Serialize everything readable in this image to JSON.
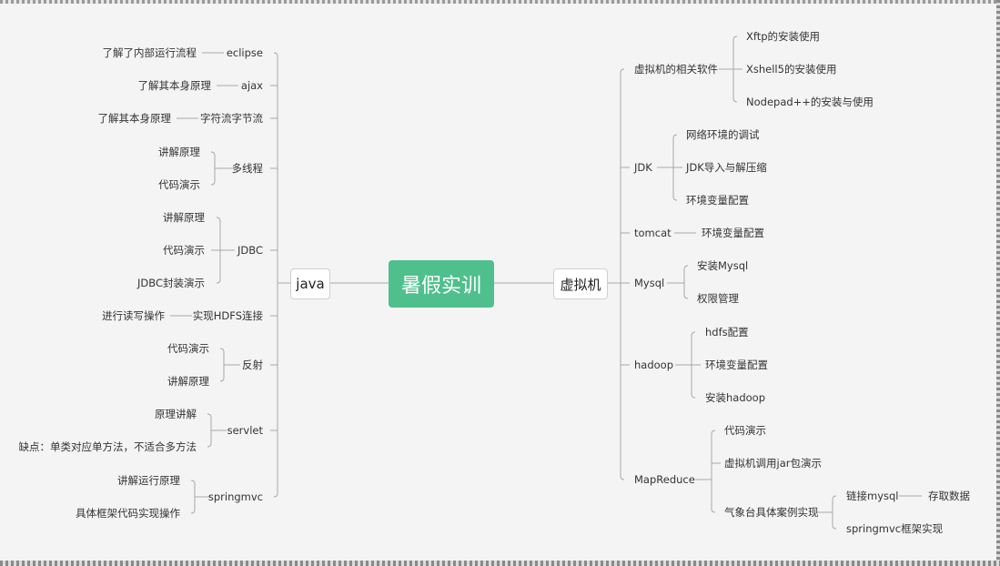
{
  "root": "暑假实训",
  "left": {
    "label": "java",
    "branches": [
      {
        "label": "eclipse",
        "children": [
          "了解了内部运行流程"
        ]
      },
      {
        "label": "ajax",
        "children": [
          "了解其本身原理"
        ]
      },
      {
        "label": "字符流字节流",
        "children": [
          "了解其本身原理"
        ]
      },
      {
        "label": "多线程",
        "children": [
          "讲解原理",
          "代码演示"
        ]
      },
      {
        "label": "JDBC",
        "children": [
          "讲解原理",
          "代码演示",
          "JDBC封装演示"
        ]
      },
      {
        "label": "实现HDFS连接",
        "children": [
          "进行读写操作"
        ]
      },
      {
        "label": "反射",
        "children": [
          "代码演示",
          "讲解原理"
        ]
      },
      {
        "label": "servlet",
        "children": [
          "原理讲解",
          "缺点：单类对应单方法，不适合多方法"
        ]
      },
      {
        "label": "springmvc",
        "children": [
          "讲解运行原理",
          "具体框架代码实现操作"
        ]
      }
    ]
  },
  "right": {
    "label": "虚拟机",
    "branches": [
      {
        "label": "虚拟机的相关软件",
        "children": [
          "Xftp的安装使用",
          "Xshell5的安装使用",
          "Nodepad++的安装与使用"
        ]
      },
      {
        "label": "JDK",
        "children": [
          "网络环境的调试",
          "JDK导入与解压缩",
          "环境变量配置"
        ]
      },
      {
        "label": "tomcat",
        "children": [
          "环境变量配置"
        ]
      },
      {
        "label": "Mysql",
        "children": [
          "安装Mysql",
          "权限管理"
        ]
      },
      {
        "label": "hadoop",
        "children": [
          "hdfs配置",
          "环境变量配置",
          "安装hadoop"
        ]
      },
      {
        "label": "MapReduce",
        "children": [
          "代码演示",
          "虚拟机调用jar包演示",
          "气象台具体案例实现"
        ]
      }
    ],
    "deep": {
      "label": "气象台具体案例实现",
      "children": [
        "链接mysql",
        "springmvc框架实现"
      ],
      "grand": "存取数据"
    }
  },
  "colors": {
    "root_bg": "#4fc08d",
    "line": "#a8a8a8",
    "canvas": "#f4f4f4"
  }
}
